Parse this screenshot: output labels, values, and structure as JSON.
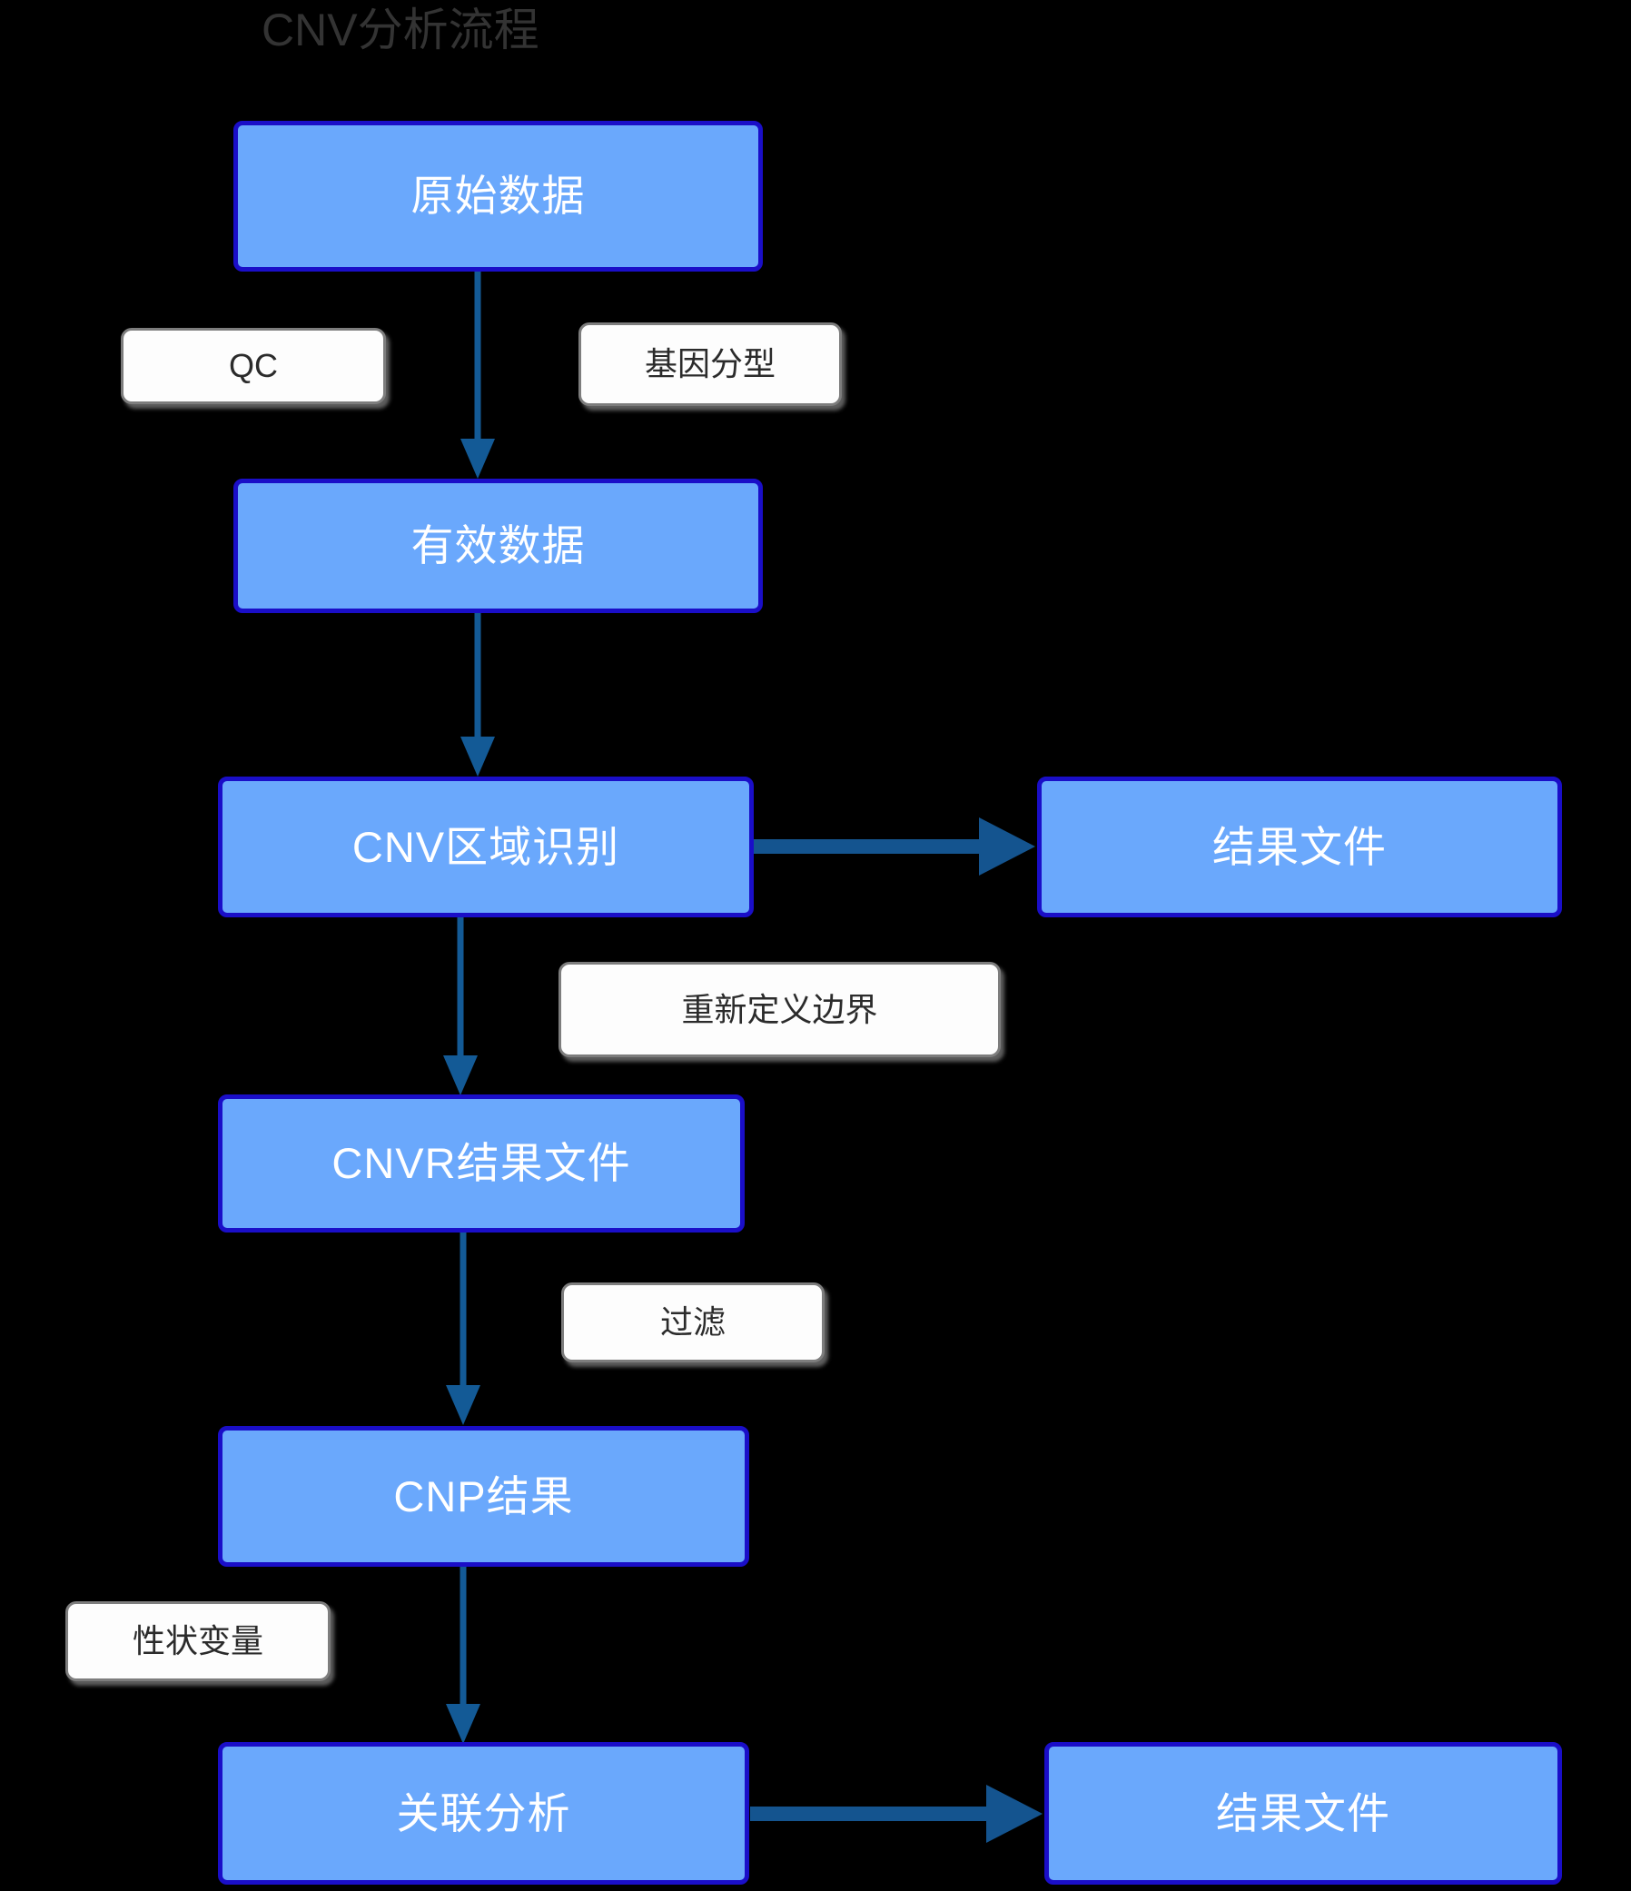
{
  "title": "CNV分析流程",
  "colors": {
    "background": "#000000",
    "title_text": "#333333",
    "node_fill": "#6aa8fc",
    "node_border": "#1a0ec8",
    "node_text": "#ffffff",
    "label_fill": "#fdfdfd",
    "label_border": "#7d7d7d",
    "label_text": "#2b2b2b",
    "arrow": "#14548f"
  },
  "nodes": [
    {
      "id": "raw-data",
      "label": "原始数据"
    },
    {
      "id": "valid-data",
      "label": "有效数据"
    },
    {
      "id": "cnv-region",
      "label": "CNV区域识别"
    },
    {
      "id": "result-file-1",
      "label": "结果文件"
    },
    {
      "id": "cnvr-result",
      "label": "CNVR结果文件"
    },
    {
      "id": "cnp-result",
      "label": "CNP结果"
    },
    {
      "id": "assoc-analysis",
      "label": "关联分析"
    },
    {
      "id": "result-file-2",
      "label": "结果文件"
    }
  ],
  "edge_labels": [
    {
      "id": "qc",
      "label": "QC"
    },
    {
      "id": "genotyping",
      "label": "基因分型"
    },
    {
      "id": "redefine",
      "label": "重新定义边界"
    },
    {
      "id": "filter",
      "label": "过滤"
    },
    {
      "id": "trait-var",
      "label": "性状变量"
    }
  ],
  "edges": [
    {
      "from": "raw-data",
      "to": "valid-data",
      "direction": "down"
    },
    {
      "from": "valid-data",
      "to": "cnv-region",
      "direction": "down"
    },
    {
      "from": "cnv-region",
      "to": "result-file-1",
      "direction": "right"
    },
    {
      "from": "cnv-region",
      "to": "cnvr-result",
      "direction": "down"
    },
    {
      "from": "cnvr-result",
      "to": "cnp-result",
      "direction": "down"
    },
    {
      "from": "cnp-result",
      "to": "assoc-analysis",
      "direction": "down"
    },
    {
      "from": "assoc-analysis",
      "to": "result-file-2",
      "direction": "right"
    }
  ]
}
